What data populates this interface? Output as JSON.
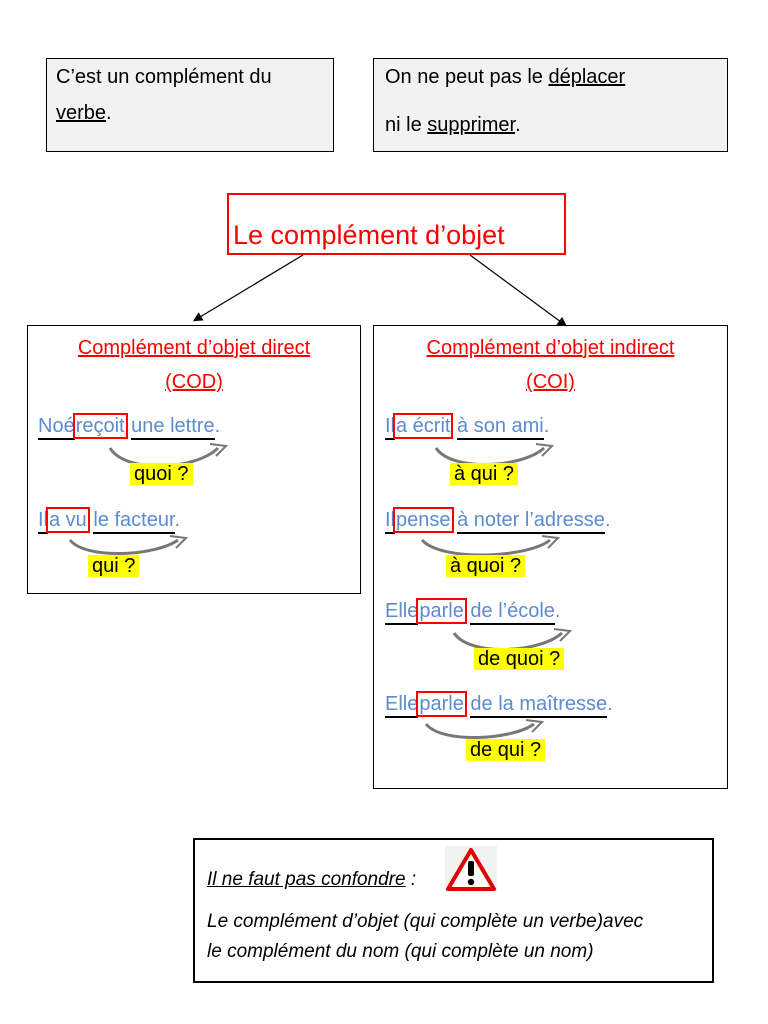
{
  "top_left": {
    "line1": "C’est un complément du",
    "verb_word": "verbe",
    "punct": "."
  },
  "top_right": {
    "line1_pre": "On ne peut pas le",
    "line1_word": "déplacer",
    "line2_pre": "ni le",
    "line2_word": "supprimer",
    "punct": "."
  },
  "title": "Le complément d’objet",
  "cod": {
    "heading1": "Complément d’objet direct",
    "heading2": "(COD)",
    "examples": [
      {
        "subject": "Noé",
        "verb": "reçoit",
        "object": "une lettre",
        "end": ".",
        "question": "quoi ?"
      },
      {
        "subject": "Il",
        "verb": "a vu",
        "object": "le facteur",
        "end": ".",
        "question": "qui ?"
      }
    ]
  },
  "coi": {
    "heading1": "Complément d’objet indirect",
    "heading2": "(COI)",
    "examples": [
      {
        "subject": "Il",
        "verb": "a écrit",
        "object": "à son ami",
        "end": ".",
        "question": "à qui ?"
      },
      {
        "subject": "Il",
        "verb": "pense",
        "object": "à noter l’adresse",
        "end": ".",
        "question": "à quoi ?"
      },
      {
        "subject": "Elle",
        "verb": "parle",
        "object": "de l’école",
        "end": ".",
        "question": "de quoi ?"
      },
      {
        "subject": "Elle",
        "verb": "parle",
        "object": "de la maîtresse",
        "end": ".",
        "question": "de qui ?"
      }
    ]
  },
  "warning": {
    "heading": "Il ne faut pas confondre",
    "colon": " :",
    "icon": "warning-triangle-icon",
    "line1": "Le complément d’objet (qui complète un verbe)avec",
    "line2": "le complément du nom (qui complète un nom)"
  },
  "colors": {
    "title_red": "#ff0000",
    "example_blue": "#5b8bd0",
    "highlight": "#ffff00",
    "box_gray": "#f2f2f2"
  }
}
